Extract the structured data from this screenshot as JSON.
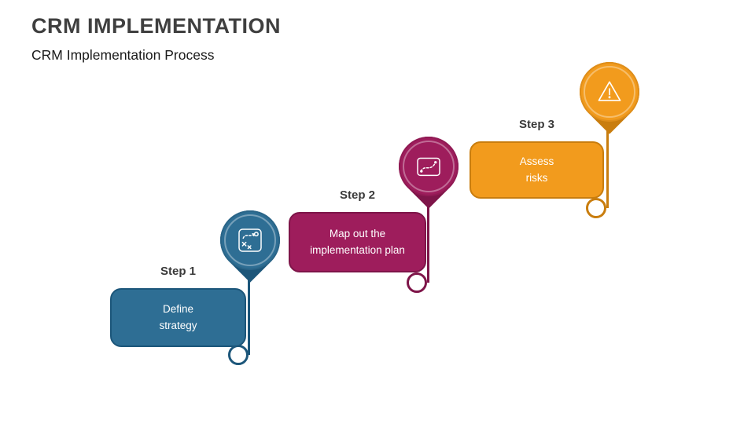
{
  "title": "CRM IMPLEMENTATION",
  "subtitle": "CRM Implementation Process",
  "steps": [
    {
      "label": "Step 1",
      "text": "Define\nstrategy",
      "icon": "strategy-icon",
      "color": "#2E6E94",
      "dark": "#1C567A"
    },
    {
      "label": "Step 2",
      "text": "Map out the\nimplementation plan",
      "icon": "map-plan-icon",
      "color": "#9E1D5C",
      "dark": "#7E1549"
    },
    {
      "label": "Step 3",
      "text": "Assess\nrisks",
      "icon": "warning-icon",
      "color": "#F29B1D",
      "dark": "#C97D0E"
    }
  ]
}
